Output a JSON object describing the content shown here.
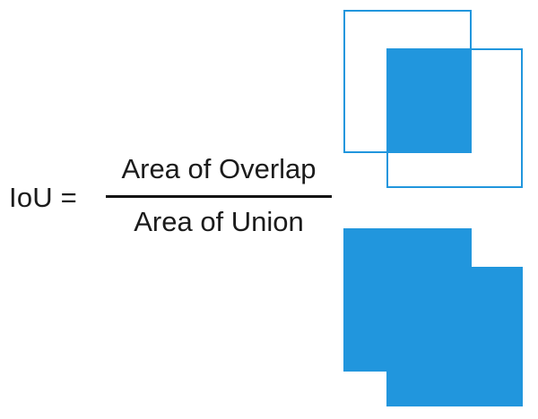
{
  "formula": {
    "lhs": "IoU =",
    "numerator": "Area of Overlap",
    "denominator": "Area of Union"
  },
  "diagrams": {
    "overlap": {
      "name": "intersection-illustration",
      "box_a_label": "box-a-outline",
      "box_b_label": "box-b-outline",
      "filled_region_label": "intersection-fill"
    },
    "union": {
      "name": "union-illustration",
      "part_a_label": "union-region-a",
      "part_b_label": "union-region-b"
    }
  },
  "colors": {
    "accent": "#2196dd",
    "text": "#1b1b1b",
    "bar": "#121212",
    "background": "#ffffff"
  }
}
